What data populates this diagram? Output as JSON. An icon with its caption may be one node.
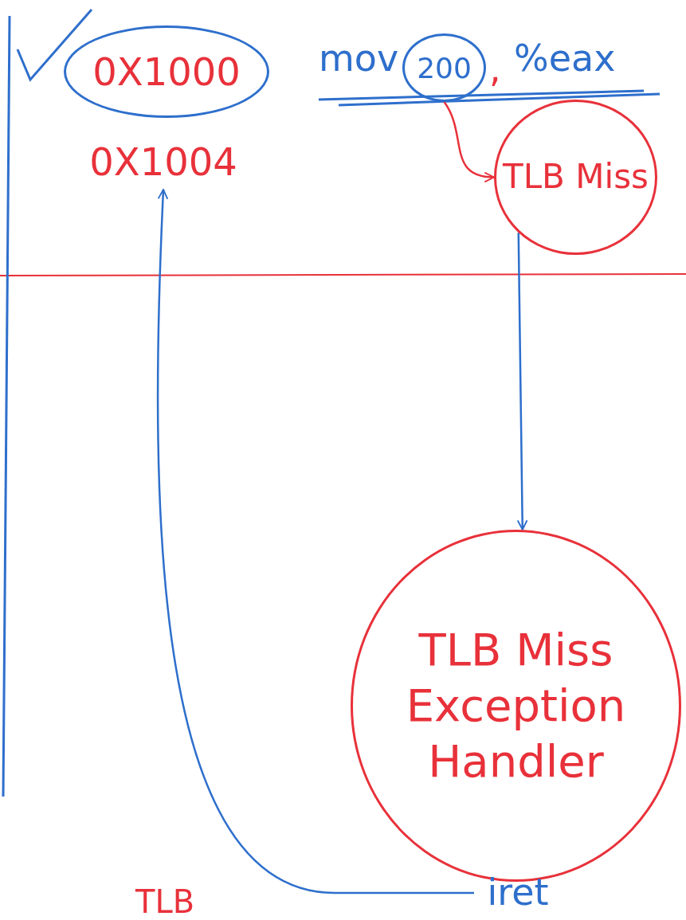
{
  "diagram": {
    "nodes": [
      {
        "text": [
          "0X1000"
        ]
      },
      {
        "text": [
          "0X1004"
        ]
      },
      {
        "text": [
          "200"
        ]
      },
      {
        "text": [
          "TLB Miss"
        ]
      },
      {
        "text": [
          "TLB Miss Exception Handler"
        ]
      },
      {
        "text": [
          "iret"
        ]
      }
    ],
    "edges": [
      {
        "from": 2,
        "to": 3,
        "arrow": "to",
        "color": "#e8313a"
      },
      {
        "from": 3,
        "to": 4,
        "arrow": "to"
      },
      {
        "from": 5,
        "to": 1,
        "arrow": "to"
      }
    ],
    "labels": [
      "mov",
      ",",
      "%eax",
      "TLB"
    ]
  }
}
